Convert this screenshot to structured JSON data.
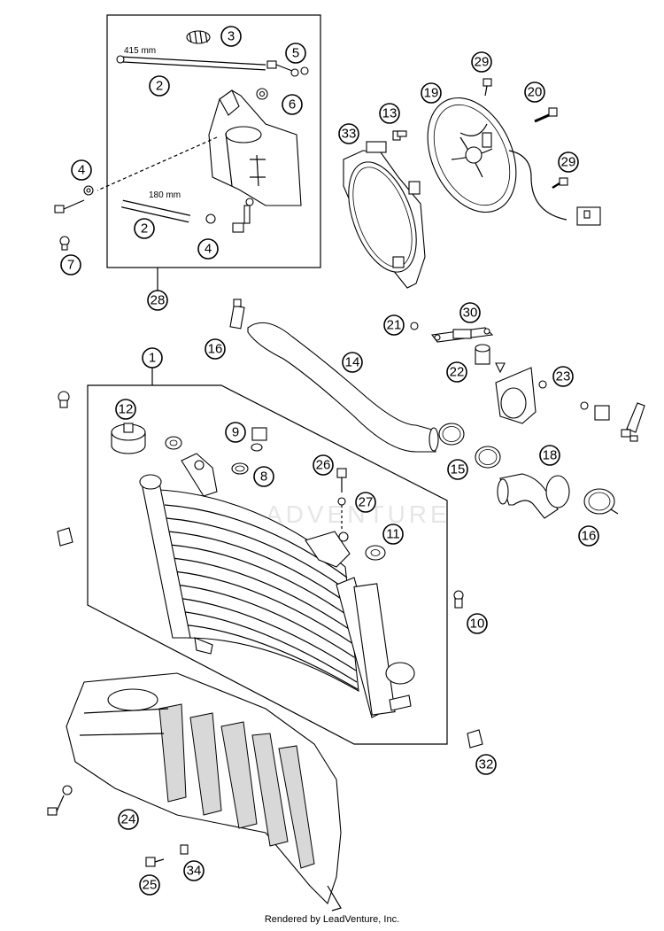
{
  "credit": "Rendered by LeadVenture, Inc.",
  "watermark": "ADVENTURE",
  "dimensions": {
    "long_hose": "415 mm",
    "short_hose": "180 mm"
  },
  "callouts": {
    "c3": "3",
    "c2a": "2",
    "c5": "5",
    "c6": "6",
    "c4a": "4",
    "c2b": "2",
    "c4b": "4",
    "c7": "7",
    "c28": "28",
    "c29a": "29",
    "c20": "20",
    "c19": "19",
    "c13": "13",
    "c33": "33",
    "c29b": "29",
    "c21": "21",
    "c30": "30",
    "c16a": "16",
    "c14": "14",
    "c1": "1",
    "c22": "22",
    "c23": "23",
    "c12": "12",
    "c9": "9",
    "c8": "8",
    "c26": "26",
    "c15": "15",
    "c18": "18",
    "c27": "27",
    "c11": "11",
    "c16b": "16",
    "c10": "10",
    "c32": "32",
    "c24": "24",
    "c34": "34",
    "c25": "25"
  }
}
